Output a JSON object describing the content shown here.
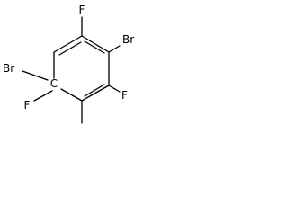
{
  "molecule": {
    "atoms": {
      "f_top": "F",
      "br_right": "Br",
      "f_right": "F",
      "br_left": "Br",
      "c_quaternary": "C",
      "f_left": "F"
    },
    "colors": {
      "bond": "#000000",
      "label": "#000000",
      "background": "#ffffff"
    }
  }
}
